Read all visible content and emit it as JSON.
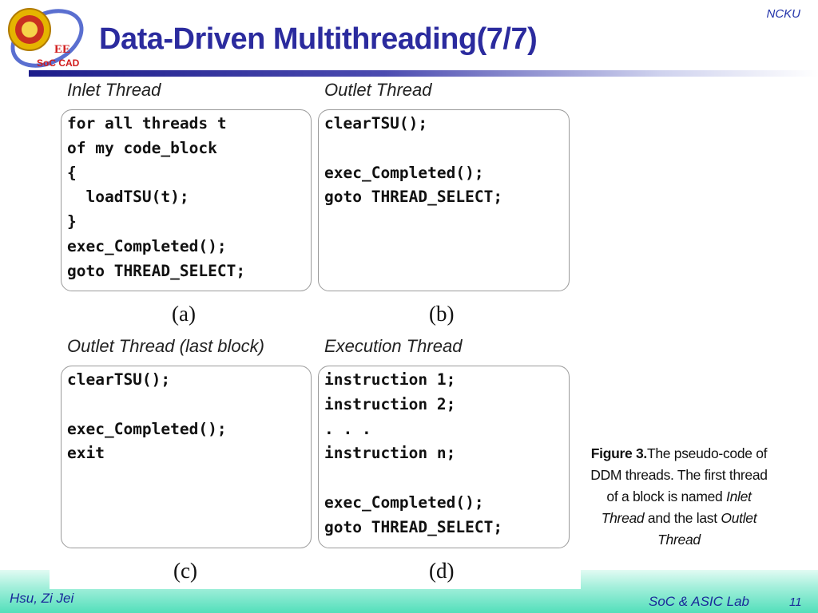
{
  "header": {
    "logo_text": "EE",
    "logo_subtext": "SoC CAD",
    "org": "NCKU",
    "title": "Data-Driven Multithreading(7/7)"
  },
  "panels": [
    {
      "label": "Inlet Thread",
      "code": "for all threads t\nof my code_block\n{\n  loadTSU(t);\n}\nexec_Completed();\ngoto THREAD_SELECT;",
      "caption": "(a)"
    },
    {
      "label": "Outlet Thread",
      "code": "clearTSU();\n\nexec_Completed();\ngoto THREAD_SELECT;",
      "caption": "(b)"
    },
    {
      "label": "Outlet Thread (last block)",
      "code": "clearTSU();\n\nexec_Completed();\nexit",
      "caption": "(c)"
    },
    {
      "label": "Execution Thread",
      "code": "instruction 1;\ninstruction 2;\n. . .\ninstruction n;\n\nexec_Completed();\ngoto THREAD_SELECT;",
      "caption": "(d)"
    }
  ],
  "figure_caption": {
    "bold": "Figure 3.",
    "text1": "The pseudo-code of DDM threads. The first thread of a block is named ",
    "italic1": "Inlet Thread",
    "text2": " and the last ",
    "italic2": "Outlet Thread"
  },
  "footer": {
    "author": "Hsu, Zi Jei",
    "lab": "SoC & ASIC Lab",
    "page": "11"
  }
}
